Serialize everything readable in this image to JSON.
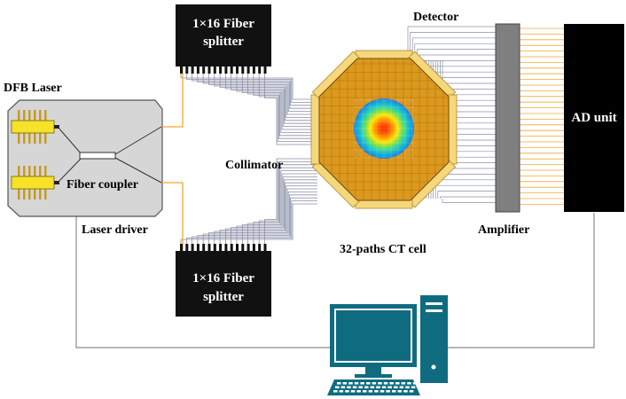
{
  "labels": {
    "dfb_laser": "DFB Laser",
    "fiber_coupler": "Fiber coupler",
    "laser_driver": "Laser driver",
    "splitter_top_line1": "1×16 Fiber",
    "splitter_top_line2": "splitter",
    "splitter_bottom_line1": "1×16 Fiber",
    "splitter_bottom_line2": "splitter",
    "collimator": "Collimator",
    "detector": "Detector",
    "ct_cell": "32-paths CT cell",
    "amplifier": "Amplifier",
    "ad_unit": "AD unit"
  },
  "colors": {
    "fiber_orange": "#f0a830",
    "fiber_gray": "#8a8fa6",
    "laser_yellow": "#f7e22a",
    "cell_orange": "#d99a1e",
    "collimator_yellow": "#f7d77c",
    "monitor_teal": "#0f6c80",
    "device_black": "#111111",
    "amplifier_gray": "#7f7f7f",
    "laser_box_gray": "#d6d6d6"
  }
}
